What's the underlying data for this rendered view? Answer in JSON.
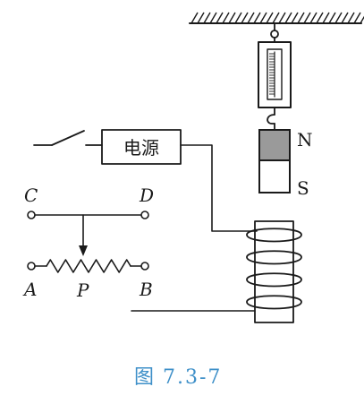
{
  "labels": {
    "power_source": "电源",
    "magnet_north": "N",
    "magnet_south": "S",
    "terminal_c": "C",
    "terminal_d": "D",
    "terminal_a": "A",
    "terminal_b": "B",
    "slider_p": "P"
  },
  "caption": {
    "prefix": "图",
    "number": "7.3-7"
  },
  "colors": {
    "line": "#1a1a1a",
    "caption": "#3d8fc8",
    "magnet_north_fill": "#9a9a9a",
    "magnet_south_fill": "#ffffff"
  },
  "components": {
    "ceiling": "hatched-ceiling",
    "spring_scale": "spring-scale",
    "magnet": "bar-magnet",
    "switch": "open-switch",
    "power": "power-supply-box",
    "coil": "solenoid-coil",
    "rheostat": "sliding-rheostat"
  }
}
